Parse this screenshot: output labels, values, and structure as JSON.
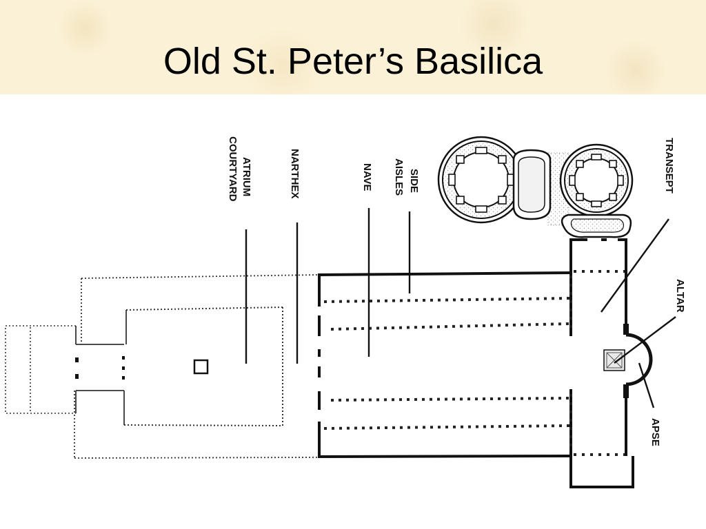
{
  "slide": {
    "title": "Old St. Peter’s Basilica"
  },
  "plan": {
    "labels": {
      "atrium_line1": "ATRIUM",
      "atrium_line2": "COURTYARD",
      "narthex": "NARTHEX",
      "nave": "NAVE",
      "side_aisles_line1": "SIDE",
      "side_aisles_line2": "AISLES",
      "transept": "TRANSEPT",
      "altar": "ALTAR",
      "apse": "APSE"
    }
  }
}
